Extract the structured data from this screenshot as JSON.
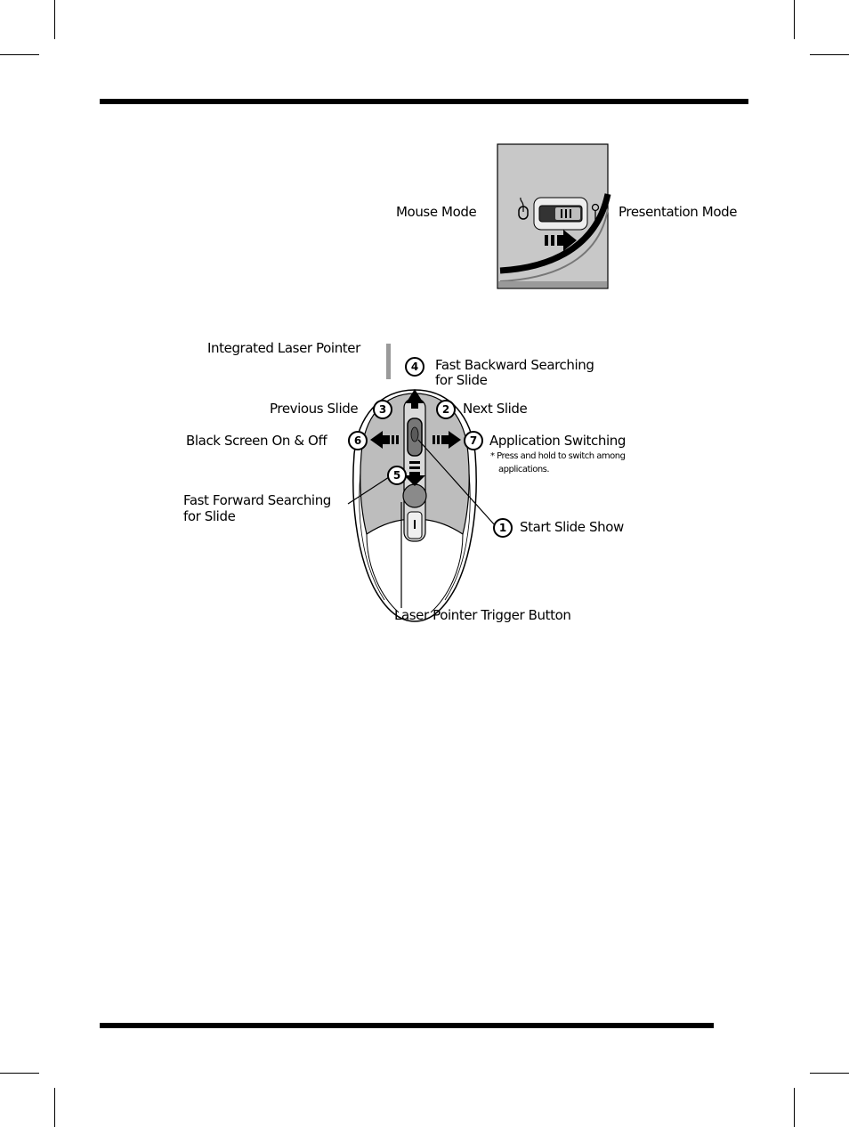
{
  "switch_panel": {
    "left_label": "Mouse Mode",
    "right_label": "Presentation Mode"
  },
  "mouse_diagram": {
    "top_label": "Integrated Laser Pointer",
    "callouts": [
      {
        "number": "1",
        "label": "Start Slide Show"
      },
      {
        "number": "2",
        "label": "Next Slide"
      },
      {
        "number": "3",
        "label": "Previous Slide"
      },
      {
        "number": "4",
        "label_line1": "Fast Backward Searching",
        "label_line2": "for Slide"
      },
      {
        "number": "5",
        "label_line1": "Fast Forward Searching",
        "label_line2": "for Slide"
      },
      {
        "number": "6",
        "label": "Black Screen On & Off"
      },
      {
        "number": "7",
        "label": "Application Switching",
        "note_line1": "* Press and hold to switch among",
        "note_line2": "applications."
      }
    ],
    "bottom_label": "Laser Pointer Trigger Button"
  },
  "colors": {
    "ink": "#000000",
    "panel_gray": "#c8c8c8",
    "mouse_gray": "#bdbdbd"
  }
}
